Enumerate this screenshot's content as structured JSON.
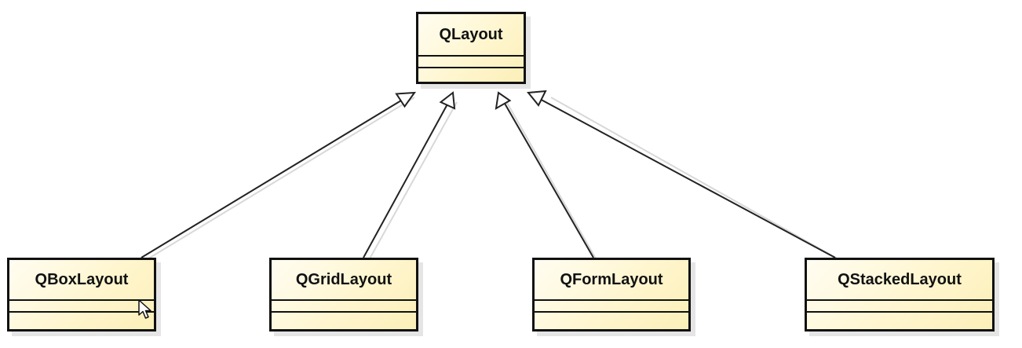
{
  "diagram": {
    "parent": {
      "name": "QLayout"
    },
    "children": [
      {
        "name": "QBoxLayout"
      },
      {
        "name": "QGridLayout"
      },
      {
        "name": "QFormLayout"
      },
      {
        "name": "QStackedLayout"
      }
    ],
    "relationship": "generalization",
    "colors": {
      "class_fill": "#fff6cf",
      "class_border": "#111111",
      "arrow_line": "#222222",
      "arrow_head_fill": "#ffffff"
    },
    "cursor": {
      "icon": "mouse-pointer-icon"
    }
  }
}
